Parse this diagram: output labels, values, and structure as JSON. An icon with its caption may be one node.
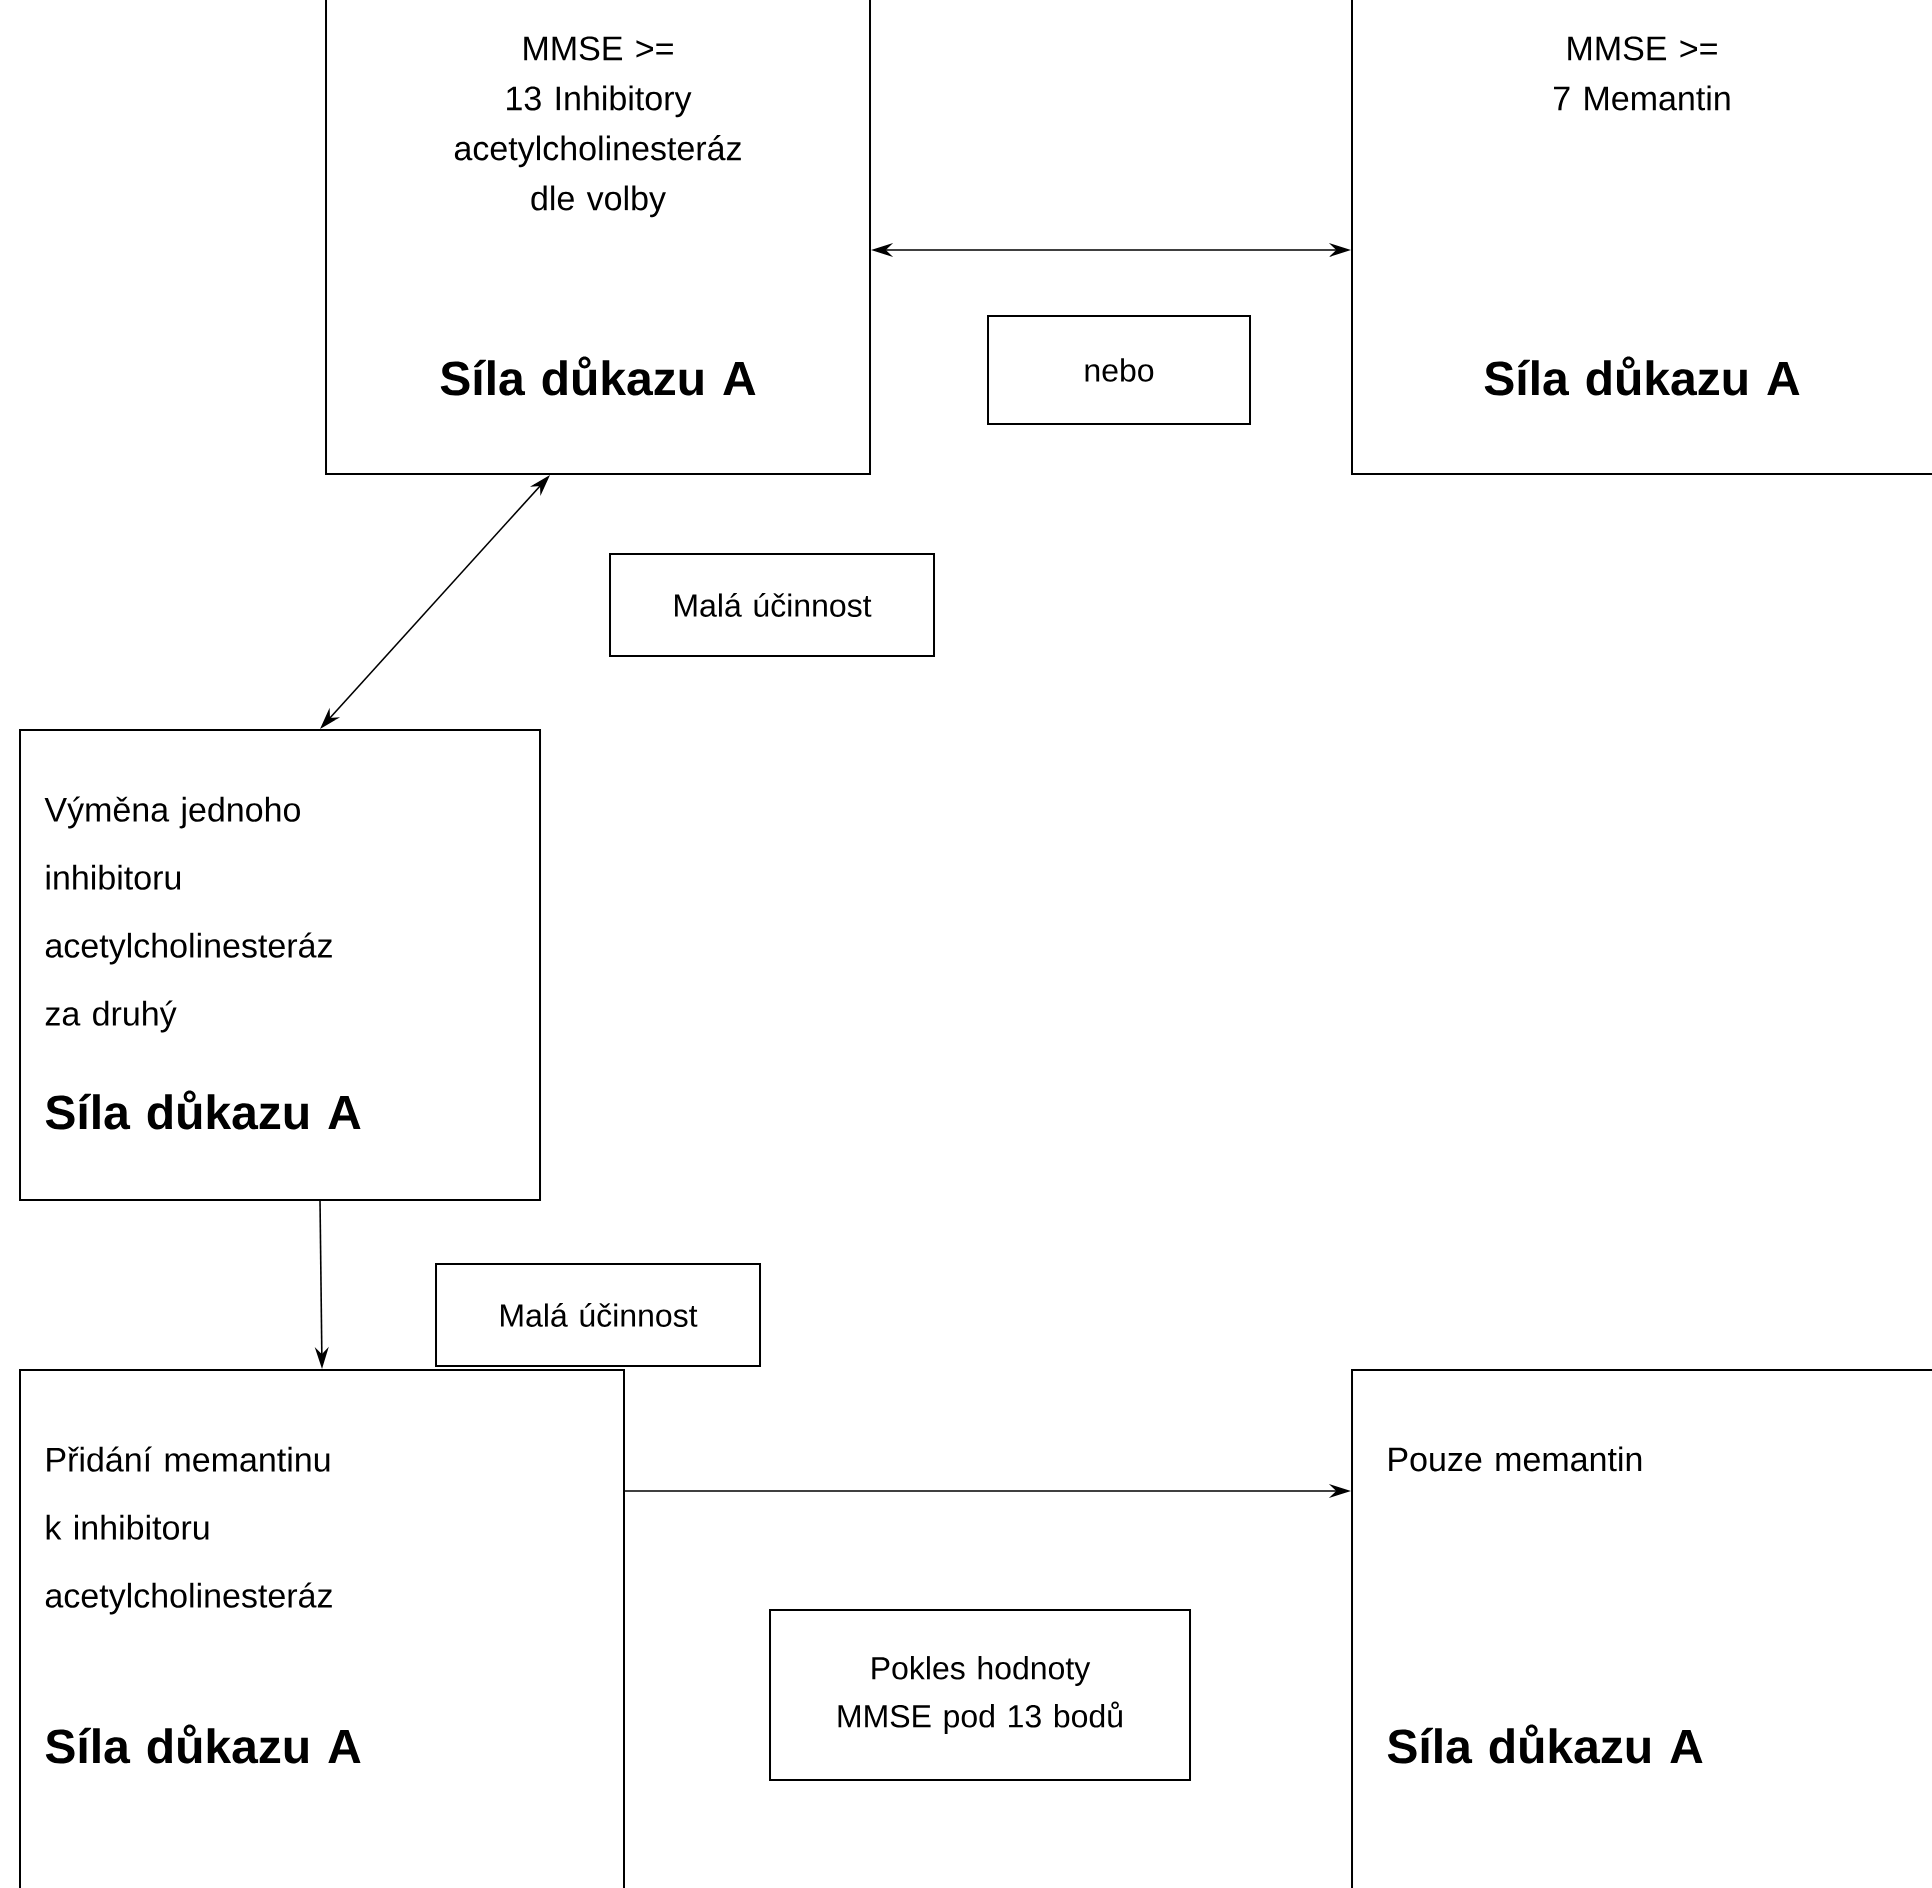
{
  "diagram": {
    "nodes": [
      {
        "text": [
          "MMSE >= 13 Inhibitory acetylcholinesteráz dle volby",
          "Síla důkazu A"
        ]
      },
      {
        "text": [
          "MMSE >= 7 Memantin",
          "Síla důkazu A"
        ]
      },
      {
        "text": [
          "nebo"
        ]
      },
      {
        "text": [
          "Malá účinnost"
        ]
      },
      {
        "text": [
          "Výměna jednoho inhibitoru acetylcholinesteráz za druhý",
          "Síla důkazu A"
        ]
      },
      {
        "text": [
          "Malá účinnost"
        ]
      },
      {
        "text": [
          "Přidání memantinu k inhibitoru acetylcholinesteráz",
          "Síla důkazu A"
        ]
      },
      {
        "text": [
          "Pokles hodnoty MMSE pod 13 bodů"
        ]
      },
      {
        "text": [
          "Pouze memantin",
          "Síla důkazu A"
        ]
      }
    ],
    "edges": [
      {
        "from": 0,
        "to": 1,
        "arrow": "both"
      },
      {
        "from": 0,
        "to": 4,
        "arrow": "both"
      },
      {
        "from": 4,
        "to": 6,
        "arrow": "to"
      },
      {
        "from": 6,
        "to": 8,
        "arrow": "to"
      }
    ]
  }
}
